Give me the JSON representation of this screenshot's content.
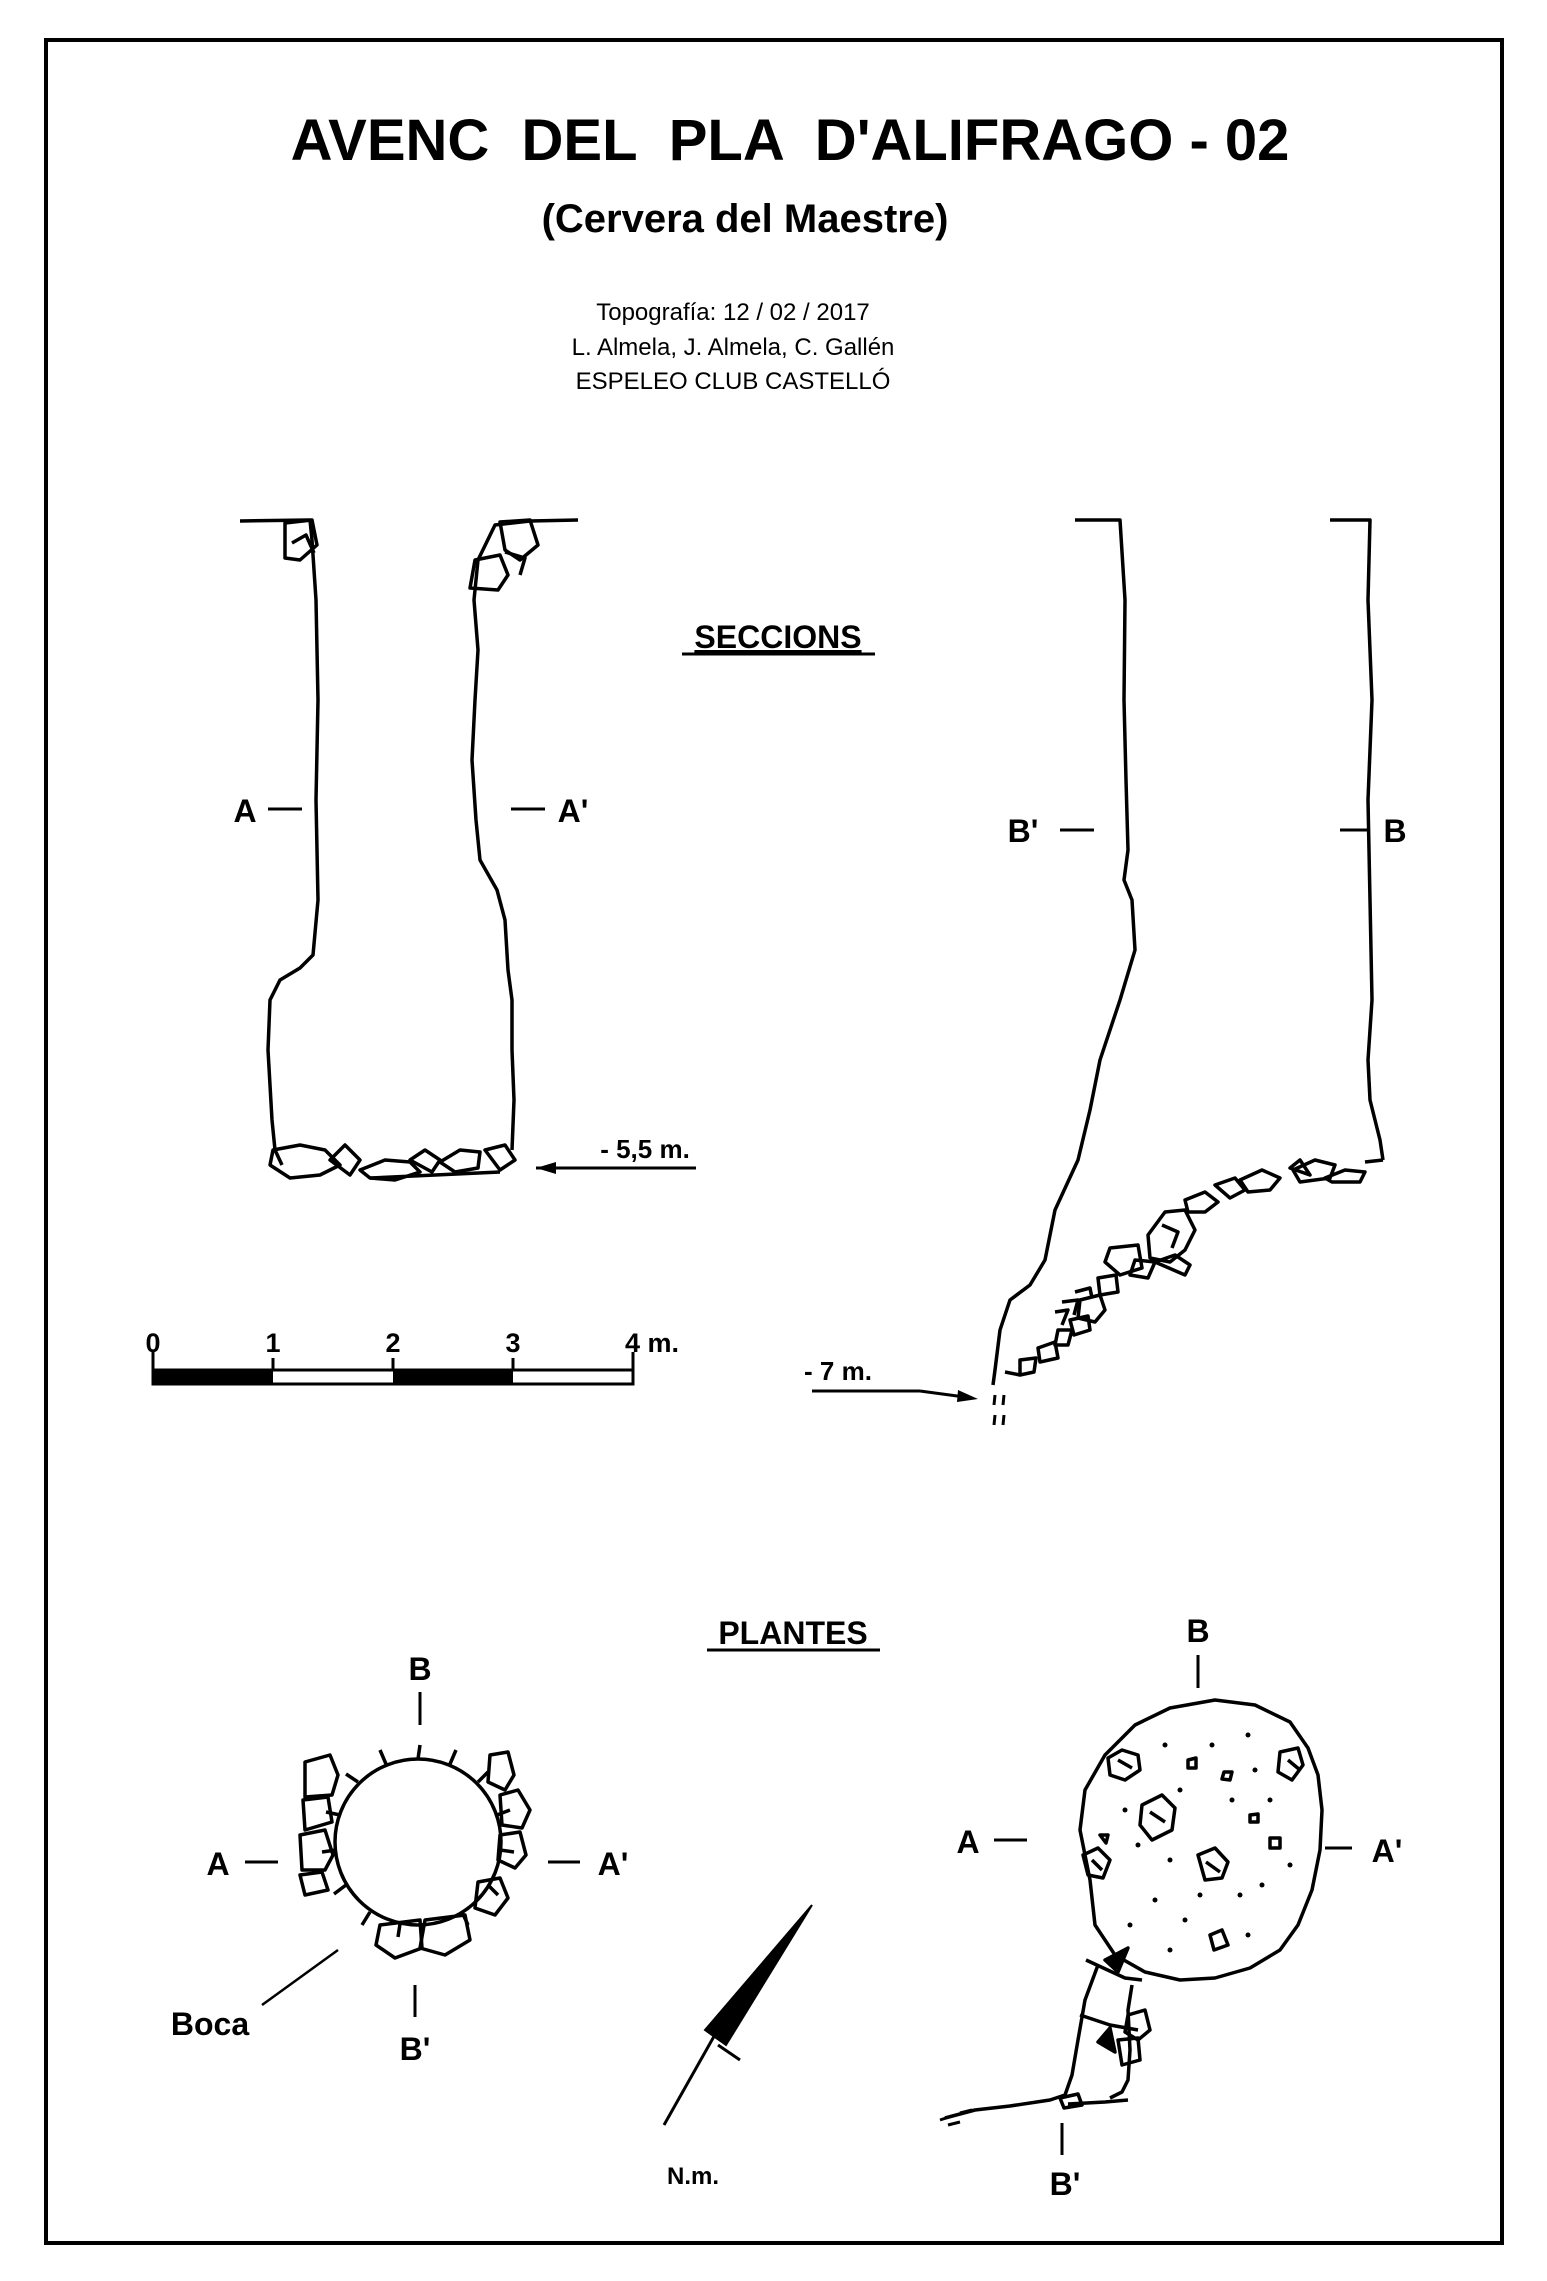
{
  "title": "AVENC  DEL  PLA  D'ALIFRAGO - 02",
  "subtitle": "(Cervera del Maestre)",
  "credits": {
    "survey": "Topografía: 12 / 02 / 2017",
    "authors": "L. Almela, J. Almela, C. Gallén",
    "club": "ESPELEO CLUB CASTELLÓ"
  },
  "sections": {
    "heading": "SECCIONS",
    "section_a": {
      "left": "A",
      "right": "A'",
      "depth": "- 5,5 m."
    },
    "section_b": {
      "left": "B'",
      "right": "B",
      "depth": "- 7 m."
    }
  },
  "scale": {
    "ticks": [
      "0",
      "1",
      "2",
      "3",
      "4 m."
    ]
  },
  "plans": {
    "heading": "PLANTES",
    "plan_1": {
      "top": "B",
      "bottom": "B'",
      "left": "A",
      "right": "A'",
      "entrance": "Boca"
    },
    "plan_2": {
      "top": "B",
      "bottom": "B'",
      "left": "A",
      "right": "A'"
    },
    "north": "N.m."
  },
  "colors": {
    "ink": "#000000",
    "paper": "#ffffff"
  }
}
